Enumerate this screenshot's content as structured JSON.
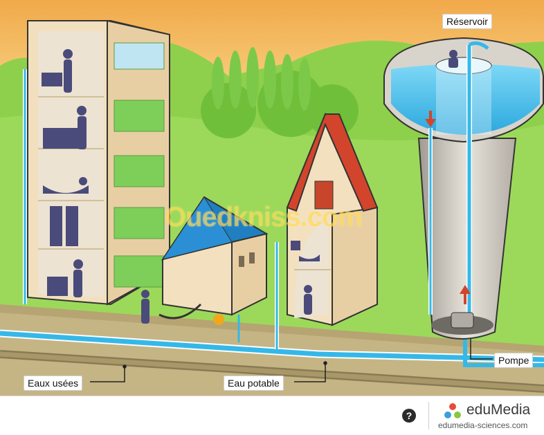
{
  "labels": {
    "reservoir": "Réservoir",
    "pompe": "Pompe",
    "eaux_usees": "Eaux usées",
    "eau_potable": "Eau potable"
  },
  "watermark": "Ouedkniss.com",
  "footer": {
    "help": "?",
    "brand_name": "eduMedia",
    "brand_url": "edumedia-sciences.com"
  },
  "colors": {
    "sky": "#f7c66b",
    "grass": "#8fd04a",
    "ground": "#c9b98b",
    "clean_water": "#35b8e8",
    "building_wall": "#f4e3c2",
    "roof_blue": "#1f7fc0",
    "roof_red": "#d2452c",
    "figures": "#4a4b7a"
  }
}
